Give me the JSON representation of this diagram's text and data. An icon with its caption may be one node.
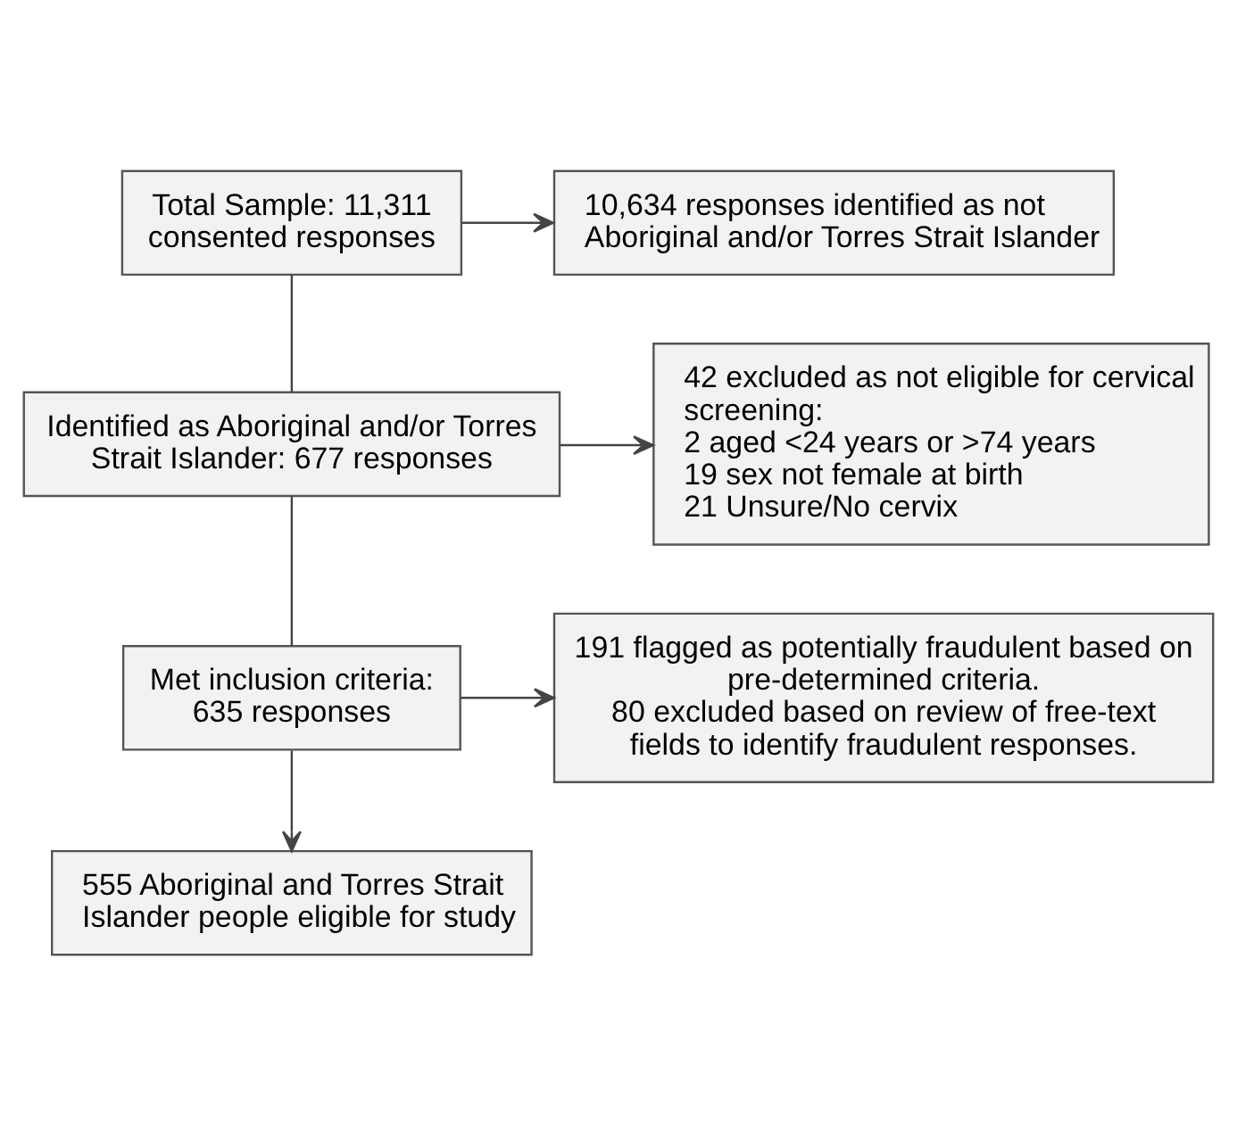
{
  "diagram": {
    "nodes": [
      {
        "text": [
          "Total Sample: 11,311 consented responses"
        ]
      },
      {
        "text": [
          "10,634 responses identified as not Aboriginal and/or Torres Strait Islander"
        ]
      },
      {
        "text": [
          "Identified as Aboriginal and/or Torres Strait Islander: 677 responses"
        ]
      },
      {
        "text": [
          "42 excluded as not eligible for cervical screening:",
          "2 aged <24 years or >74 years",
          "19 sex not female at birth",
          "21 Unsure/No cervix"
        ]
      },
      {
        "text": [
          "Met inclusion criteria: 635 responses"
        ]
      },
      {
        "text": [
          "191 flagged as potentially fraudulent based on pre-determined criteria.",
          "80 excluded based on review of free-text fields to identify fraudulent responses."
        ]
      },
      {
        "text": [
          "555 Aboriginal and Torres Strait Islander people eligible for study"
        ]
      }
    ],
    "edges": [
      {
        "from": 0,
        "to": 1,
        "arrow": "to"
      },
      {
        "from": 0,
        "to": 2,
        "arrow": "none"
      },
      {
        "from": 2,
        "to": 3,
        "arrow": "to"
      },
      {
        "from": 2,
        "to": 4,
        "arrow": "none"
      },
      {
        "from": 4,
        "to": 5,
        "arrow": "to"
      },
      {
        "from": 4,
        "to": 6,
        "arrow": "to"
      }
    ]
  }
}
